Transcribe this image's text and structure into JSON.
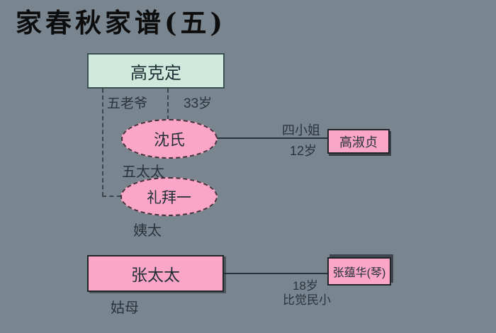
{
  "title": "家春秋家谱(五)",
  "nodes": {
    "gaokeding": {
      "label": "高克定",
      "role": "五老爷",
      "age": "33岁",
      "shape": "rect",
      "fill": "#cfe9dc"
    },
    "shenshi": {
      "label": "沈氏",
      "role": "五太太",
      "shape": "ellipse",
      "fill": "#fba6c7"
    },
    "libaiyi": {
      "label": "礼拜一",
      "role": "姨太",
      "shape": "ellipse",
      "fill": "#fba6c7"
    },
    "gaoshuzhen": {
      "label": "高淑贞",
      "relation": "四小姐",
      "age": "12岁",
      "shape": "rect",
      "fill": "#fba6c7"
    },
    "zhangtaitai": {
      "label": "张太太",
      "role": "姑母",
      "shape": "rect",
      "fill": "#fba6c7"
    },
    "zhangyunhua": {
      "label": "张蕴华(琴)",
      "age": "18岁",
      "note": "比觉民小",
      "shape": "rect",
      "fill": "#fba6c7"
    }
  },
  "colors": {
    "title_text": "#0d0d0d",
    "node_pink": "#fba6c7",
    "node_mint": "#cfe9dc",
    "connector": "#26323a",
    "label_text": "#2a343c",
    "background_top_left": "#ddecf8",
    "background_bottom_right": "#6b7781"
  }
}
